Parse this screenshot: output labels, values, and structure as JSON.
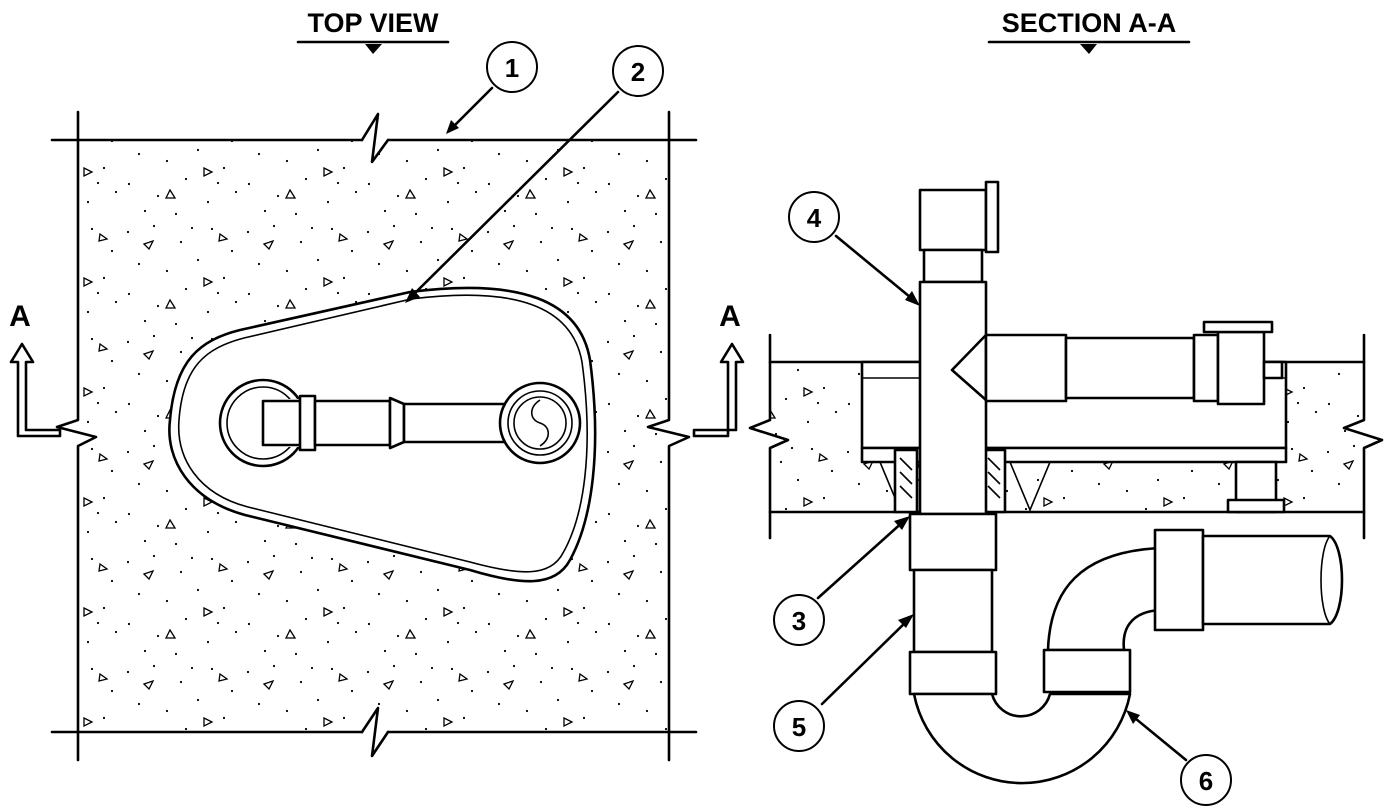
{
  "views": {
    "top_title": "TOP VIEW",
    "section_title": "SECTION A-A"
  },
  "section_marks": {
    "left": "A",
    "right": "A"
  },
  "callouts": [
    "1",
    "2",
    "3",
    "4",
    "5",
    "6"
  ],
  "colors": {
    "ink": "#000000",
    "paper": "#ffffff"
  },
  "hatch": "concrete-aggregate"
}
